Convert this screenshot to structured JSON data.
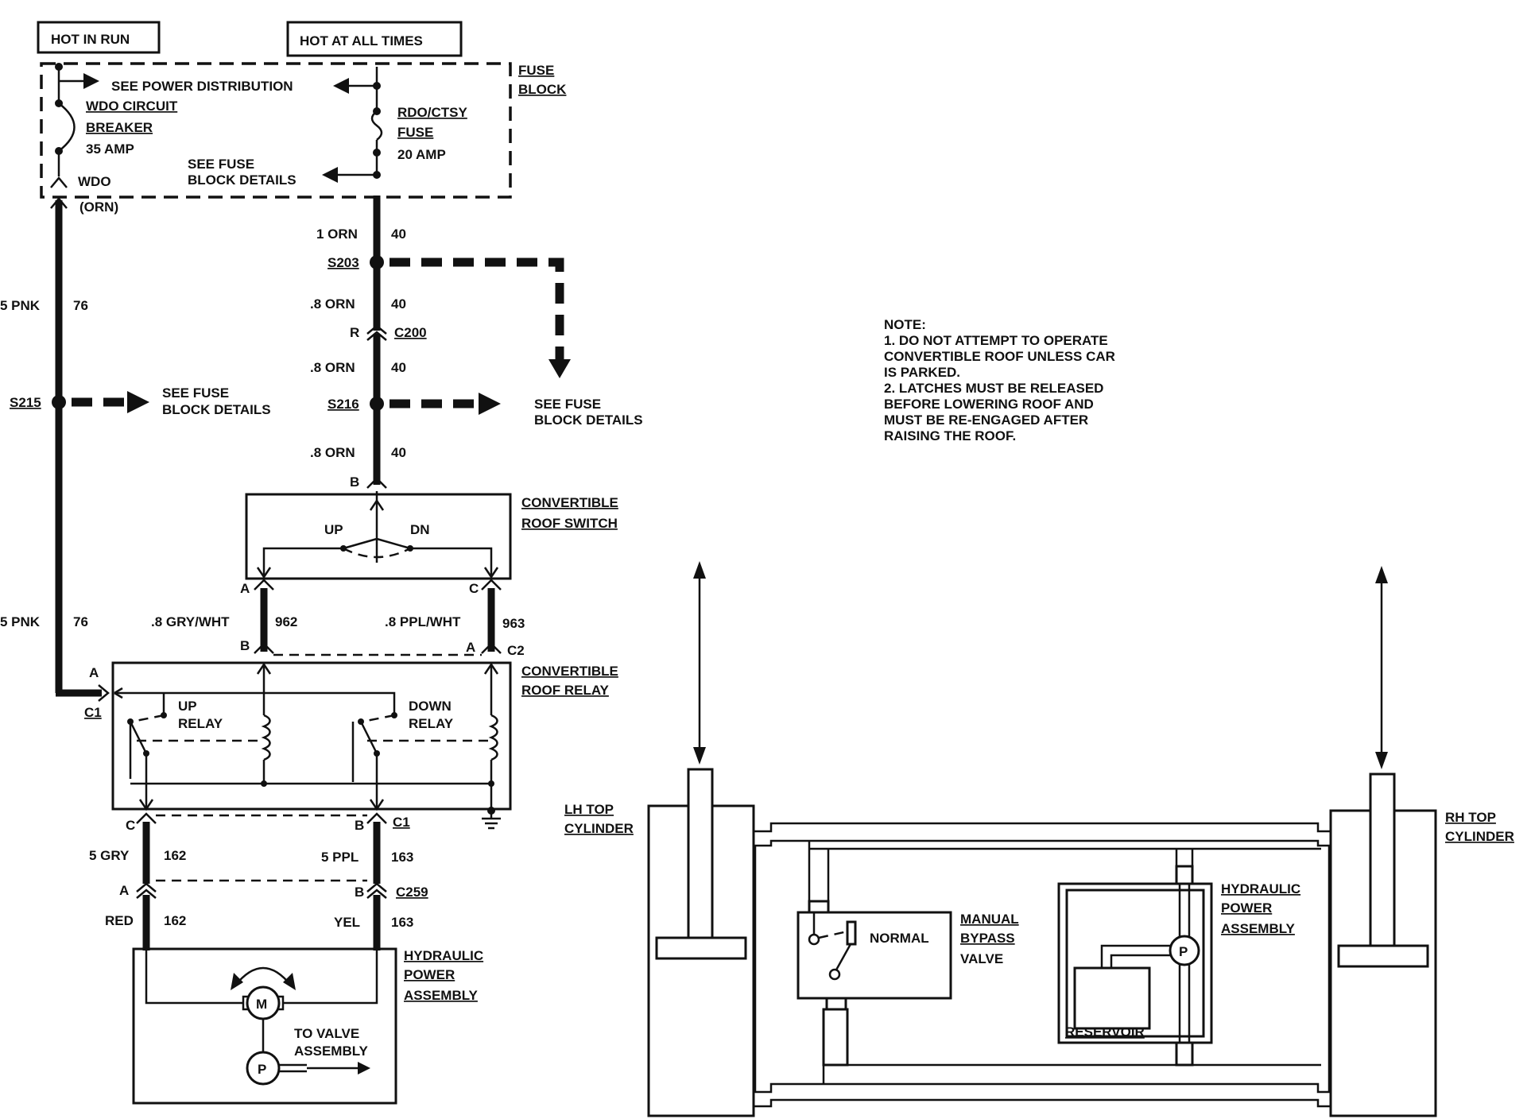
{
  "headers": {
    "hot_in_run": "HOT IN RUN",
    "hot_at_all_times": "HOT AT ALL TIMES"
  },
  "fuse_block": {
    "title_line1": "FUSE",
    "title_line2": "BLOCK",
    "see_power_distribution": "SEE POWER DISTRIBUTION",
    "breaker_line1": "WDO CIRCUIT",
    "breaker_line2": "BREAKER",
    "breaker_rating": "35 AMP",
    "see_fuse_line1": "SEE FUSE",
    "see_fuse_line2": "BLOCK DETAILS",
    "fuse_line1": "RDO/CTSY",
    "fuse_line2": "FUSE",
    "fuse_rating": "20 AMP",
    "wdo_label": "WDO",
    "wdo_color": "(ORN)"
  },
  "left_circuit": {
    "wire_upper_gauge": "5 PNK",
    "wire_upper_circuit": "76",
    "splice": "S215",
    "splice_ref_line1": "SEE FUSE",
    "splice_ref_line2": "BLOCK DETAILS",
    "wire_lower_gauge": "5 PNK",
    "wire_lower_circuit": "76"
  },
  "center_circuit": {
    "w1_gauge": "1 ORN",
    "w1_circuit": "40",
    "splice1": "S203",
    "w2_gauge": ".8 ORN",
    "w2_circuit": "40",
    "conn_pin": "R",
    "conn_name": "C200",
    "w3_gauge": ".8 ORN",
    "w3_circuit": "40",
    "splice2": "S216",
    "splice2_ref_line1": "SEE FUSE",
    "splice2_ref_line2": "BLOCK DETAILS",
    "w4_gauge": ".8 ORN",
    "w4_circuit": "40",
    "switch_pin": "B"
  },
  "roof_switch": {
    "title_line1": "CONVERTIBLE",
    "title_line2": "ROOF SWITCH",
    "up": "UP",
    "dn": "DN",
    "pin_a": "A",
    "pin_c": "C"
  },
  "switch_to_relay": {
    "gry_gauge": ".8 GRY/WHT",
    "gry_circuit": "962",
    "ppl_gauge": ".8 PPL/WHT",
    "ppl_circuit": "963",
    "pin_b": "B",
    "pin_a": "A",
    "connector": "C2"
  },
  "roof_relay": {
    "title_line1": "CONVERTIBLE",
    "title_line2": "ROOF RELAY",
    "pin_a": "A",
    "connector_c1": "C1",
    "up_relay_line1": "UP",
    "up_relay_line2": "RELAY",
    "down_relay_line1": "DOWN",
    "down_relay_line2": "RELAY",
    "pin_c": "C",
    "pin_b": "B",
    "connector_c1_right": "C1"
  },
  "motor_circuit": {
    "gry_gauge": "5 GRY",
    "gry_circuit": "162",
    "ppl_gauge": "5 PPL",
    "ppl_circuit": "163",
    "pin_a": "A",
    "pin_b": "B",
    "connector": "C259",
    "red_color": "RED",
    "red_circuit": "162",
    "yel_color": "YEL",
    "yel_circuit": "163"
  },
  "hydraulic_left": {
    "title_line1": "HYDRAULIC",
    "title_line2": "POWER",
    "title_line3": "ASSEMBLY",
    "motor_symbol": "M",
    "pump_symbol": "P",
    "to_valve_line1": "TO VALVE",
    "to_valve_line2": "ASSEMBLY"
  },
  "note": {
    "lines": [
      "NOTE:",
      "1.  DO NOT ATTEMPT TO OPERATE",
      "CONVERTIBLE ROOF UNLESS CAR",
      "IS PARKED.",
      "2.  LATCHES MUST BE RELEASED",
      "BEFORE LOWERING ROOF AND",
      "MUST BE RE-ENGAGED AFTER",
      "RAISING THE ROOF."
    ]
  },
  "hydraulic_system": {
    "lh_line1": "LH TOP",
    "lh_line2": "CYLINDER",
    "rh_line1": "RH TOP",
    "rh_line2": "CYLINDER",
    "bypass_normal": "NORMAL",
    "bypass_line1": "MANUAL",
    "bypass_line2": "BYPASS",
    "bypass_line3": "VALVE",
    "power_line1": "HYDRAULIC",
    "power_line2": "POWER",
    "power_line3": "ASSEMBLY",
    "pump_symbol": "P",
    "reservoir": "RESERVOIR"
  }
}
